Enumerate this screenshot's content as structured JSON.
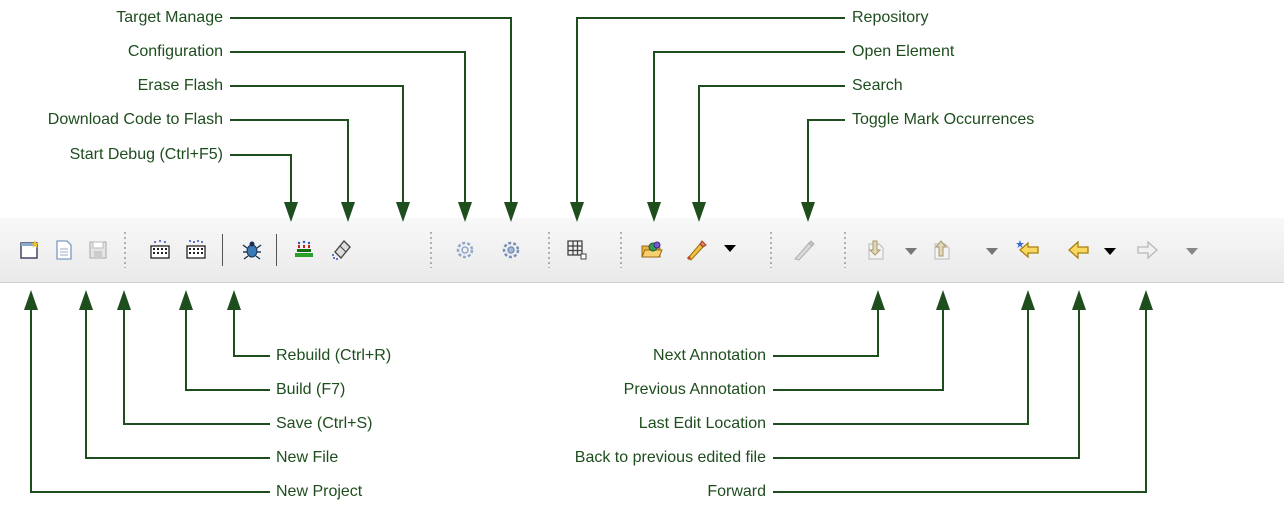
{
  "colors": {
    "arrow": "#1e4d1e",
    "label": "#1e4d1e",
    "toolbar_bg": "#f0f0f0"
  },
  "labels": {
    "target_manage": "Target Manage",
    "configuration": "Configuration",
    "erase_flash": "Erase Flash",
    "download_code": "Download Code to Flash",
    "start_debug": "Start Debug (Ctrl+F5)",
    "repository": "Repository",
    "open_element": "Open Element",
    "search": "Search",
    "toggle_mark": "Toggle Mark Occurrences",
    "rebuild": "Rebuild (Ctrl+R)",
    "build": "Build (F7)",
    "save": "Save (Ctrl+S)",
    "new_file": "New File",
    "new_project": "New Project",
    "next_annotation": "Next Annotation",
    "previous_annotation": "Previous Annotation",
    "last_edit_location": "Last Edit Location",
    "back_prev_file": "Back to previous edited file",
    "forward": "Forward"
  },
  "toolbar_icons": [
    "new-project-icon",
    "new-file-icon",
    "save-icon",
    "build-icon",
    "rebuild-icon",
    "debug-bug-icon",
    "download-flash-icon",
    "erase-flash-icon",
    "configuration-icon",
    "target-manage-icon",
    "repository-icon",
    "open-element-icon",
    "search-icon",
    "toggle-mark-icon",
    "next-annotation-icon",
    "previous-annotation-icon",
    "last-edit-icon",
    "back-icon",
    "forward-icon"
  ]
}
